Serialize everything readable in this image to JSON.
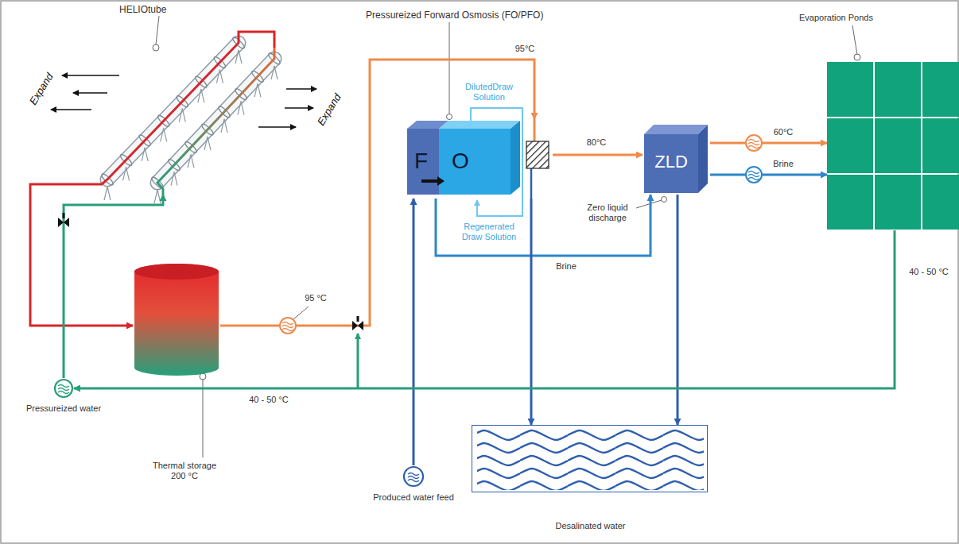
{
  "diagram": {
    "nodes": [
      {
        "text": [
          "HELIOtube"
        ]
      },
      {
        "text": [
          "Thermal storage 200 °C"
        ]
      },
      {
        "text": [
          "F",
          "O",
          "Pressureized Forward Osmosis (FO/PFO)"
        ]
      },
      {
        "text": [
          "ZLD",
          "Zero liquid discharge"
        ]
      },
      {
        "text": [
          "Evaporation Ponds"
        ]
      },
      {
        "text": [
          "Desalinated water"
        ]
      },
      {
        "text": [
          "Produced water feed"
        ]
      },
      {
        "text": [
          "Pressureized water"
        ]
      }
    ],
    "edges": [
      {
        "from": 0,
        "to": 1,
        "arrow": "to"
      },
      {
        "from": 1,
        "to": 2,
        "arrow": "to"
      },
      {
        "from": 2,
        "to": 3,
        "arrow": "to",
        "label": "80°C"
      },
      {
        "from": 3,
        "to": 4,
        "arrow": "to",
        "label": "60°C"
      },
      {
        "from": 3,
        "to": 4,
        "arrow": "to",
        "label": "Brine"
      },
      {
        "from": 2,
        "to": 3,
        "arrow": "to",
        "label": "Brine"
      },
      {
        "from": 2,
        "to": 5,
        "arrow": "to"
      },
      {
        "from": 3,
        "to": 5,
        "arrow": "to"
      },
      {
        "from": 6,
        "to": 2,
        "arrow": "to"
      },
      {
        "from": 4,
        "to": 7,
        "arrow": "to"
      },
      {
        "from": 7,
        "to": 0,
        "arrow": "to"
      }
    ],
    "labels": [
      "Expand",
      "Expand",
      "95°C",
      "DilutedDraw Solution",
      "Regenerated Draw Solution",
      "95 °C",
      "40 - 50 °C",
      "40 - 50 °C"
    ]
  }
}
